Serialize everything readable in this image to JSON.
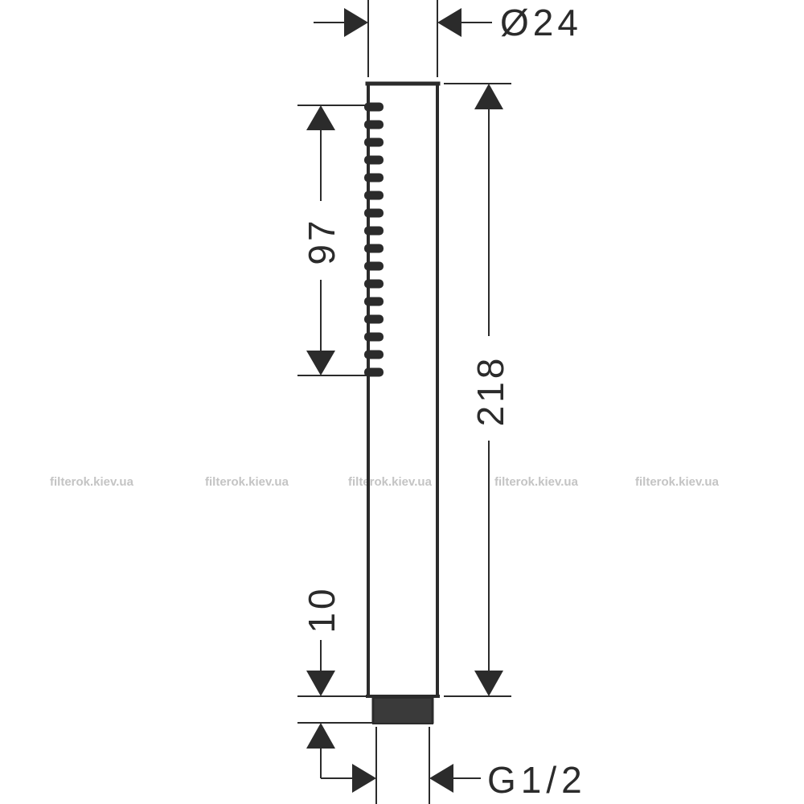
{
  "dimensions": {
    "diameter": "Ø24",
    "spray_length": "97",
    "total_length": "218",
    "thread_length": "10",
    "thread": "G1/2"
  },
  "watermarks": [
    "filterok.kiev.ua",
    "filterok.kiev.ua",
    "filterok.kiev.ua",
    "filterok.kiev.ua",
    "filterok.kiev.ua"
  ],
  "colors": {
    "line": "#2b2b2b",
    "watermark": "#c4c4c4",
    "background": "#ffffff"
  }
}
